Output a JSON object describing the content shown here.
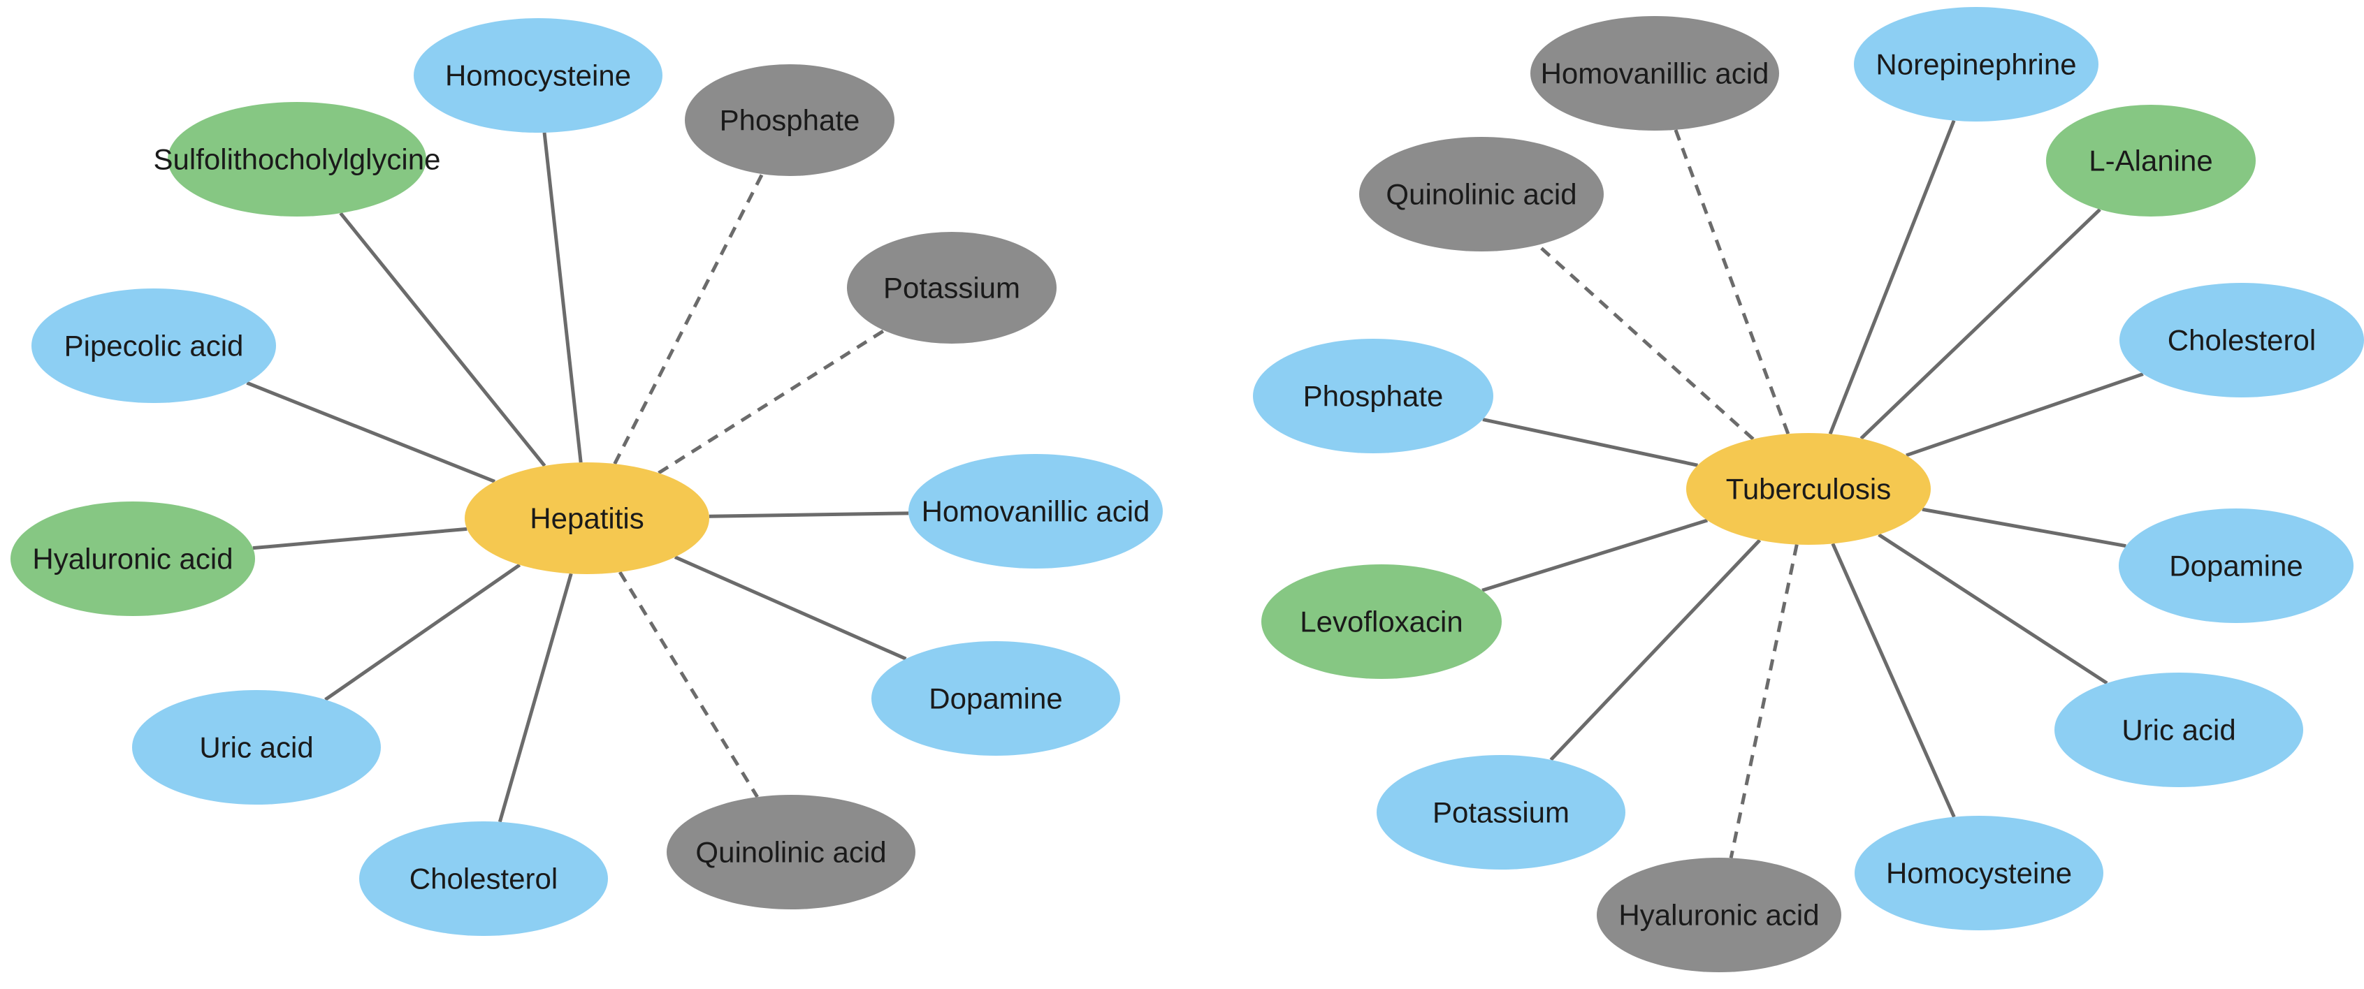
{
  "networks": [
    {
      "center": {
        "label": "Hepatitis",
        "color": "#f5c850"
      },
      "nodes": [
        {
          "id": "homocysteine",
          "label": "Homocysteine",
          "category": "blue",
          "edge": "solid"
        },
        {
          "id": "phosphate",
          "label": "Phosphate",
          "category": "gray",
          "edge": "dashed"
        },
        {
          "id": "sulfolithocholylglycine",
          "label": "Sulfolithocholylglycine",
          "category": "green",
          "edge": "solid"
        },
        {
          "id": "potassium",
          "label": "Potassium",
          "category": "gray",
          "edge": "dashed"
        },
        {
          "id": "pipecolic-acid",
          "label": "Pipecolic acid",
          "category": "blue",
          "edge": "solid"
        },
        {
          "id": "homovanillic-acid",
          "label": "Homovanillic acid",
          "category": "blue",
          "edge": "solid"
        },
        {
          "id": "hyaluronic-acid",
          "label": "Hyaluronic acid",
          "category": "green",
          "edge": "solid"
        },
        {
          "id": "dopamine",
          "label": "Dopamine",
          "category": "blue",
          "edge": "solid"
        },
        {
          "id": "uric-acid",
          "label": "Uric acid",
          "category": "blue",
          "edge": "solid"
        },
        {
          "id": "quinolinic-acid",
          "label": "Quinolinic acid",
          "category": "gray",
          "edge": "dashed"
        },
        {
          "id": "cholesterol",
          "label": "Cholesterol",
          "category": "blue",
          "edge": "solid"
        }
      ]
    },
    {
      "center": {
        "label": "Tuberculosis",
        "color": "#f5c850"
      },
      "nodes": [
        {
          "id": "homovanillic-acid",
          "label": "Homovanillic acid",
          "category": "gray",
          "edge": "dashed"
        },
        {
          "id": "norepinephrine",
          "label": "Norepinephrine",
          "category": "blue",
          "edge": "solid"
        },
        {
          "id": "l-alanine",
          "label": "L-Alanine",
          "category": "green",
          "edge": "solid"
        },
        {
          "id": "quinolinic-acid",
          "label": "Quinolinic acid",
          "category": "gray",
          "edge": "dashed"
        },
        {
          "id": "cholesterol",
          "label": "Cholesterol",
          "category": "blue",
          "edge": "solid"
        },
        {
          "id": "phosphate",
          "label": "Phosphate",
          "category": "blue",
          "edge": "solid"
        },
        {
          "id": "dopamine",
          "label": "Dopamine",
          "category": "blue",
          "edge": "solid"
        },
        {
          "id": "levofloxacin",
          "label": "Levofloxacin",
          "category": "green",
          "edge": "solid"
        },
        {
          "id": "uric-acid",
          "label": "Uric acid",
          "category": "blue",
          "edge": "solid"
        },
        {
          "id": "potassium",
          "label": "Potassium",
          "category": "blue",
          "edge": "solid"
        },
        {
          "id": "homocysteine",
          "label": "Homocysteine",
          "category": "blue",
          "edge": "solid"
        },
        {
          "id": "hyaluronic-acid",
          "label": "Hyaluronic acid",
          "category": "gray",
          "edge": "dashed"
        }
      ]
    }
  ],
  "colors": {
    "blue": "#8dcff3",
    "green": "#86c783",
    "gray": "#8c8c8c",
    "edge": "#6b6b6b"
  }
}
